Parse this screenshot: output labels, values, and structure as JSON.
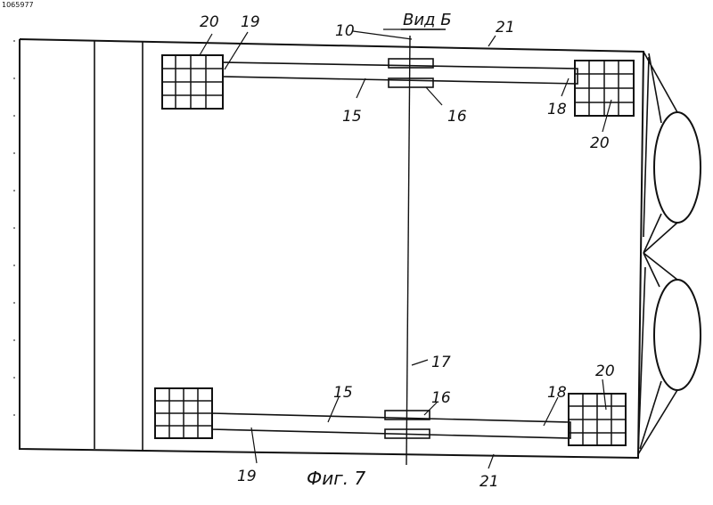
{
  "header": {
    "corner_number": "1065977",
    "view_title": "Вид Б"
  },
  "figure": {
    "caption": "Фиг. 7"
  },
  "labels": {
    "top_left_block": "20",
    "top_left_end": "19",
    "top_center_line": "10",
    "top_edge": "21",
    "top_beam": "15",
    "top_clamp": "16",
    "top_right_end": "18",
    "top_right_block": "20",
    "axis": "17",
    "bottom_beam": "15",
    "bottom_clamp": "16",
    "bottom_right_end": "18",
    "bottom_right_block": "20",
    "bottom_left_end": "19",
    "bottom_edge": "21"
  }
}
